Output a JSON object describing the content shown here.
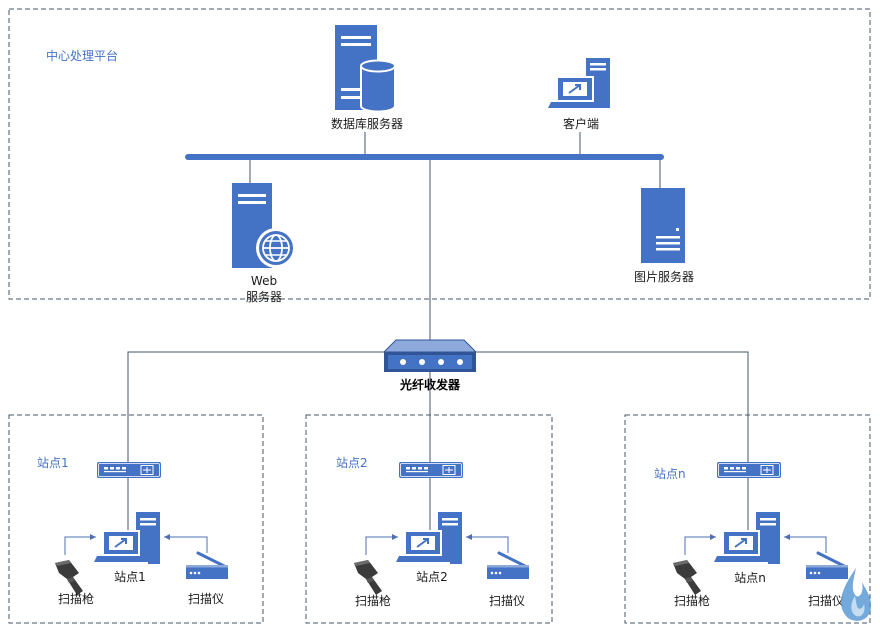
{
  "center": {
    "title": "中心处理平台",
    "db_server": "数据库服务器",
    "client": "客户端",
    "web_server_line1": "Web",
    "web_server_line2": "服务器",
    "image_server": "图片服务器"
  },
  "transceiver": {
    "label": "光纤收发器"
  },
  "stations": [
    {
      "zone_label": "站点1",
      "pc_label": "站点1",
      "gun_label": "扫描枪",
      "scanner_label": "扫描仪"
    },
    {
      "zone_label": "站点2",
      "pc_label": "站点2",
      "gun_label": "扫描枪",
      "scanner_label": "扫描仪"
    },
    {
      "zone_label": "站点n",
      "pc_label": "站点n",
      "gun_label": "扫描枪",
      "scanner_label": "扫描仪"
    }
  ],
  "colors": {
    "device_blue": "#4472c4",
    "line": "#44546a"
  }
}
